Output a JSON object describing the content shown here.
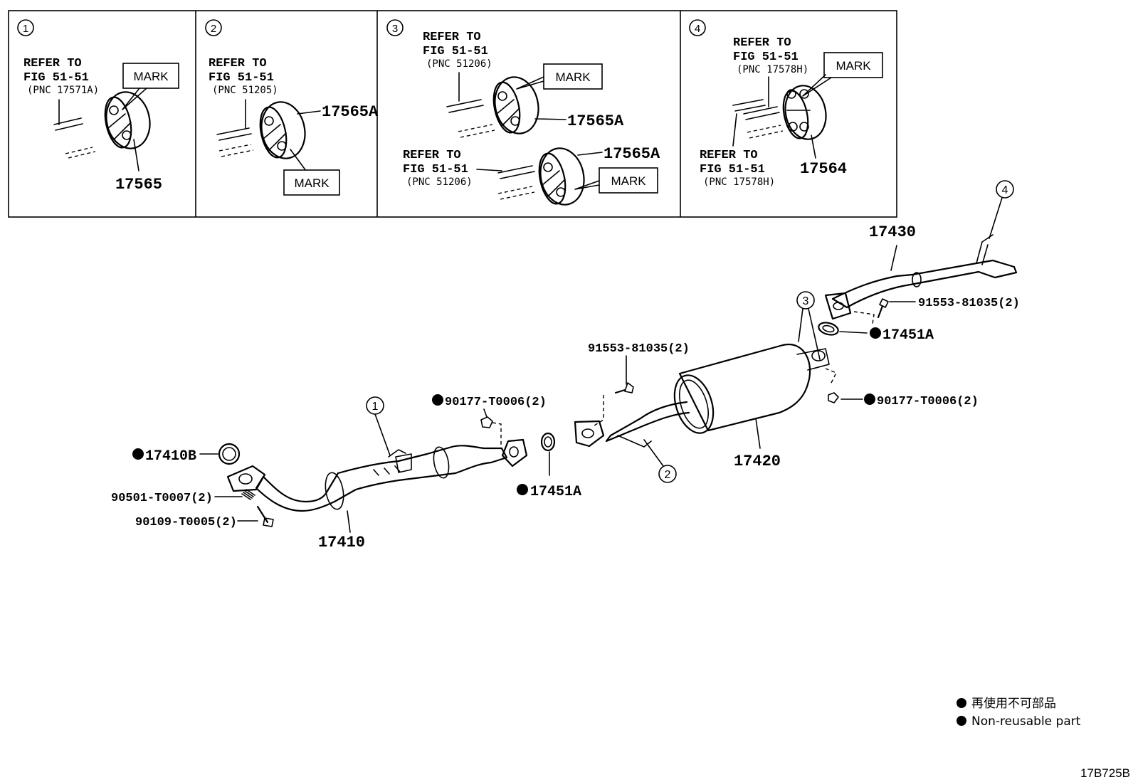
{
  "panels": [
    {
      "number": "1",
      "refer_lines": [
        "REFER TO",
        "FIG 51-51"
      ],
      "pnc": "(PNC 17571A)",
      "mark": "MARK",
      "part": "17565"
    },
    {
      "number": "2",
      "refer_lines": [
        "REFER TO",
        "FIG 51-51"
      ],
      "pnc": "(PNC 51205)",
      "mark": "MARK",
      "part": "17565A"
    },
    {
      "number": "3",
      "refer_a_lines": [
        "REFER TO",
        "FIG 51-51"
      ],
      "pnc_a": "(PNC 51206)",
      "refer_b_lines": [
        "REFER TO",
        "FIG 51-51"
      ],
      "pnc_b": "(PNC 51206)",
      "mark_a": "MARK",
      "mark_b": "MARK",
      "part_a": "17565A",
      "part_b": "17565A"
    },
    {
      "number": "4",
      "refer_a_lines": [
        "REFER TO",
        "FIG 51-51"
      ],
      "pnc_a": "(PNC 17578H)",
      "refer_b_lines": [
        "REFER TO",
        "FIG 51-51"
      ],
      "pnc_b": "(PNC 17578H)",
      "mark": "MARK",
      "part": "17564"
    }
  ],
  "callouts": {
    "c1": "1",
    "c2": "2",
    "c3": "3",
    "c4": "4"
  },
  "parts": {
    "p17430": "17430",
    "bolt_top": "91553-81035(2)",
    "gasket_right": "17451A",
    "nut_right": "90177-T0006(2)",
    "bolt_mid": "91553-81035(2)",
    "muffler": "17420",
    "nut_mid": "90177-T0006(2)",
    "gasket_mid": "17451A",
    "gasket_front": "17410B",
    "spring": "90501-T0007(2)",
    "bolt_front": "90109-T0005(2)",
    "front_pipe": "17410"
  },
  "legend": {
    "jp": "再使用不可部品",
    "en": "Non-reusable part"
  },
  "figure_code": "17B725B"
}
